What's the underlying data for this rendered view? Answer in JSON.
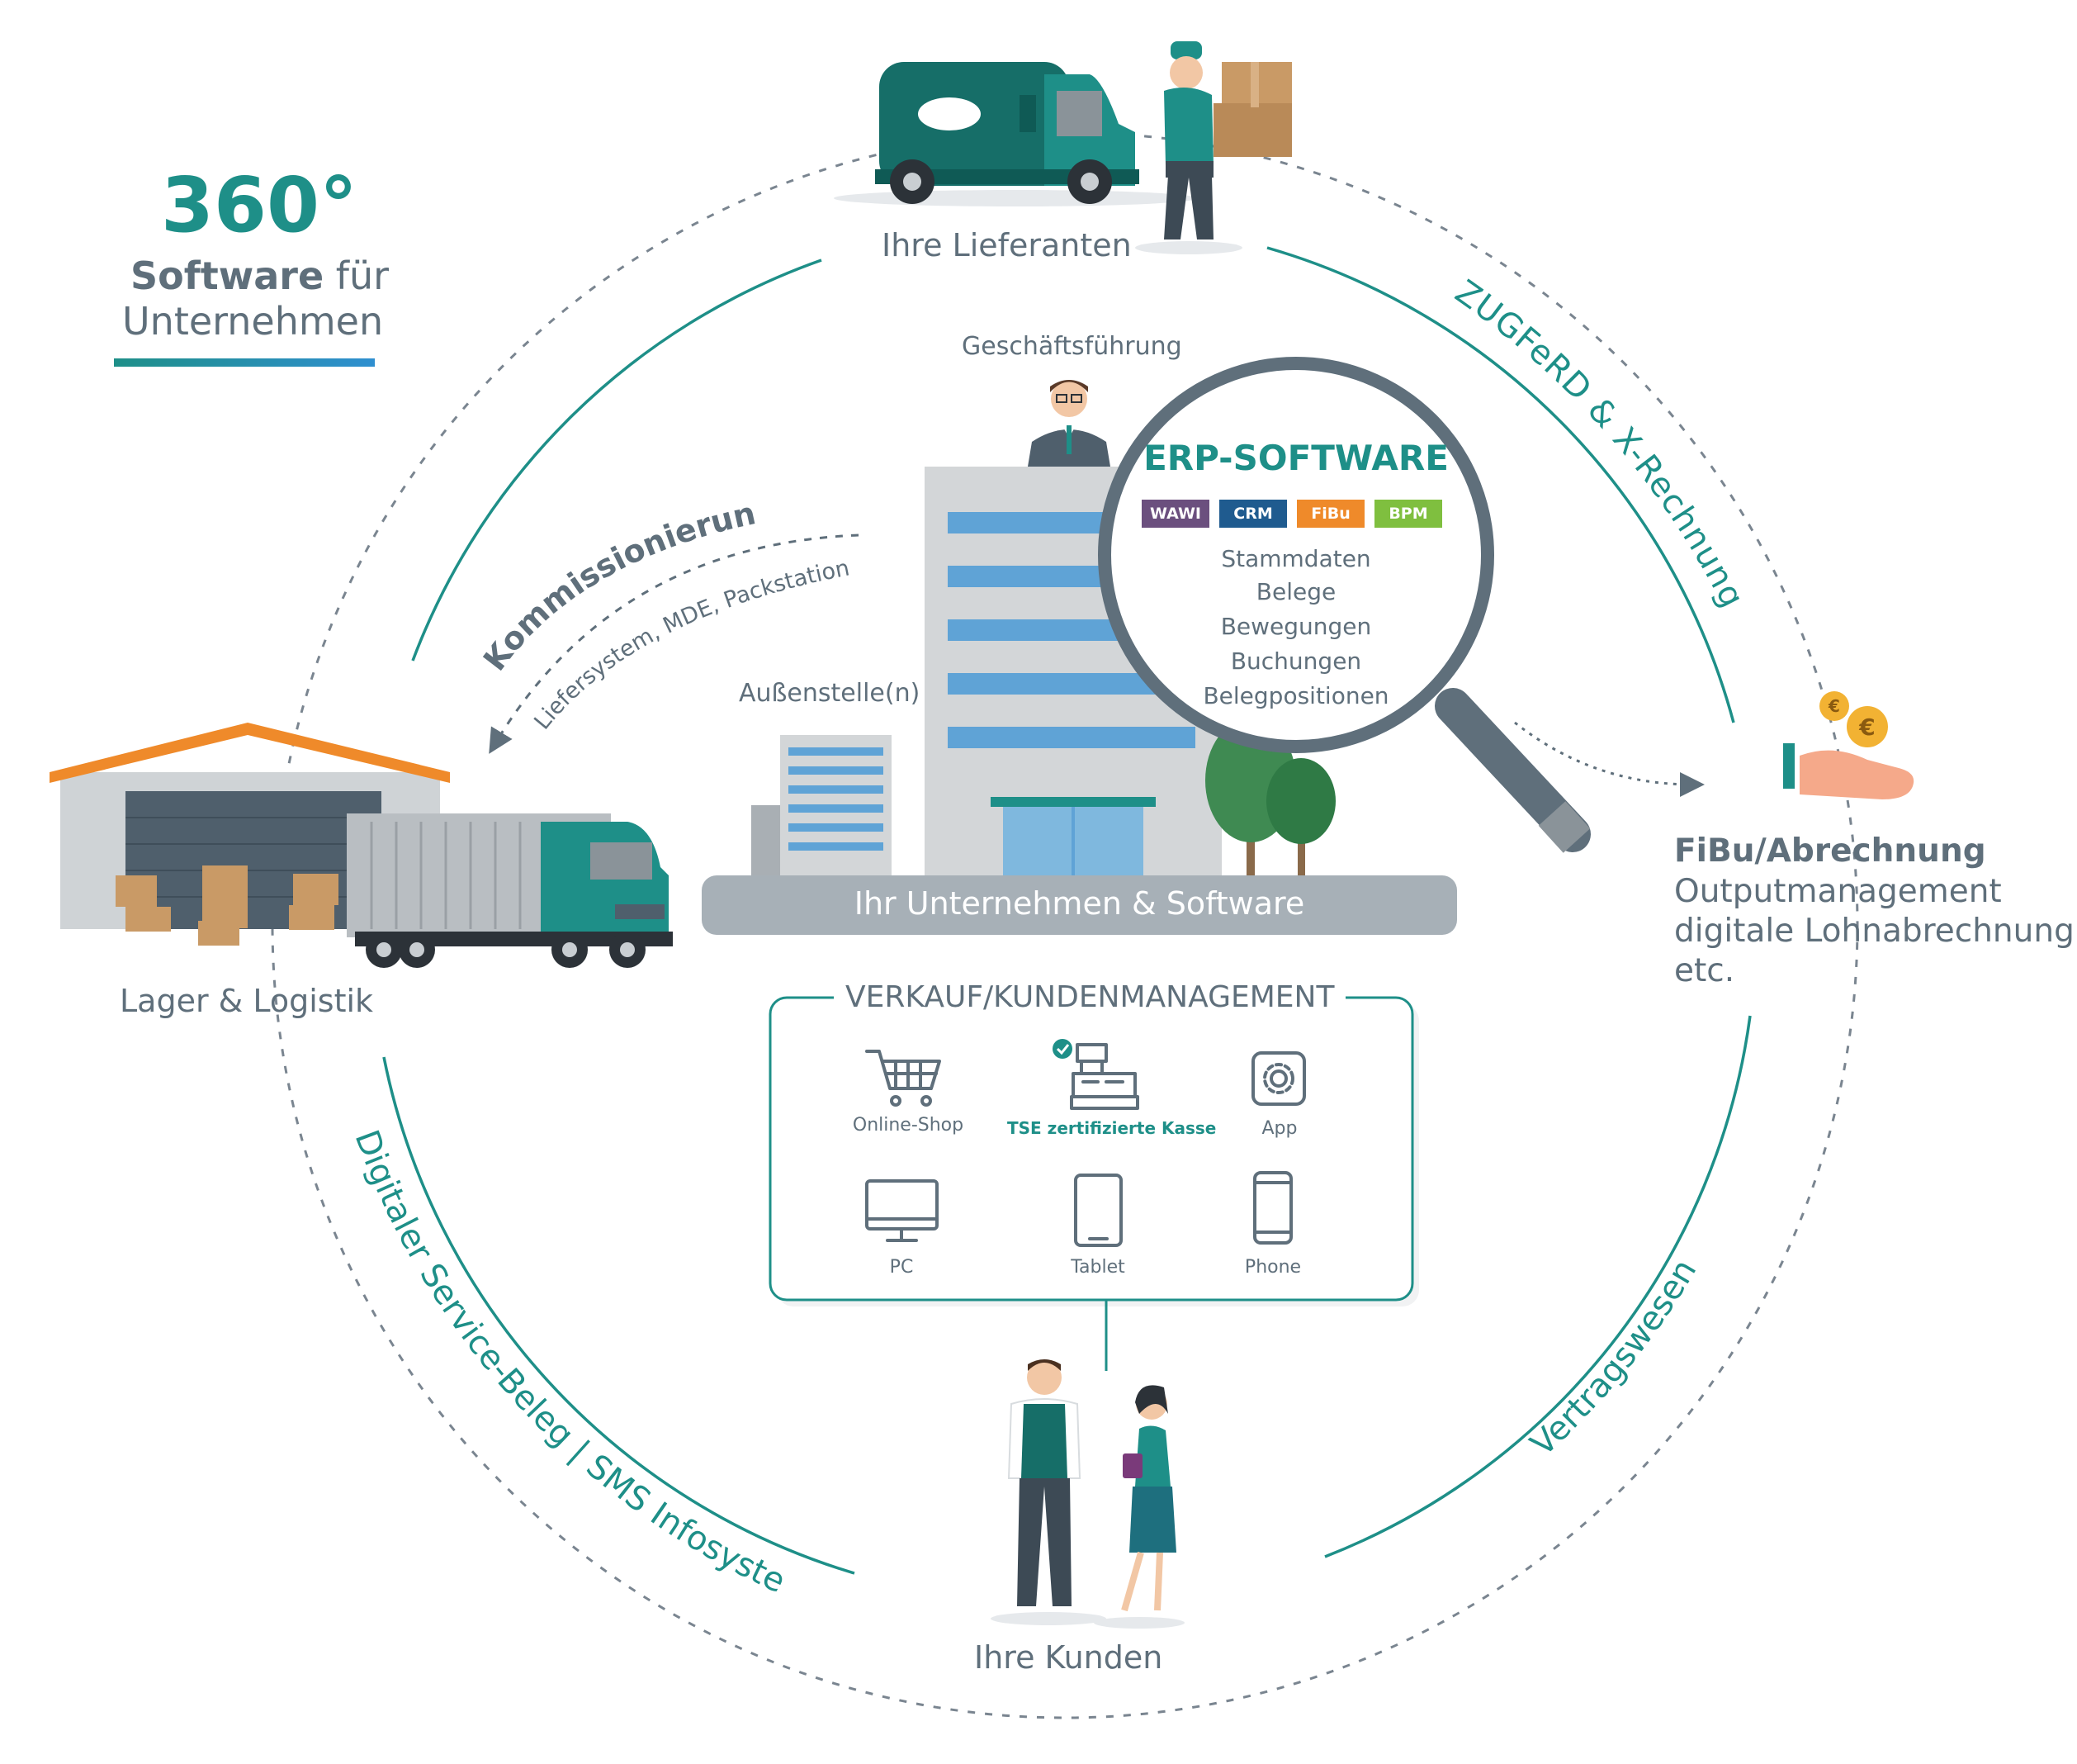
{
  "header": {
    "big": "360°",
    "line1_bold": "Software",
    "line1_rest": " für",
    "line2": "Unternehmen"
  },
  "nodes": {
    "suppliers": "Ihre Lieferanten",
    "warehouse": "Lager & Logistik",
    "customers": "Ihre Kunden",
    "management": "Geschäftsführung",
    "branch": "Außenstelle(n)",
    "company": "Ihr Unternehmen & Software",
    "finance": {
      "title": "FiBu/Abrechnung",
      "lines": [
        "Outputmanagement",
        "digitale Lohnabrechnung",
        "etc."
      ]
    }
  },
  "erp": {
    "title": "ERP-SOFTWARE",
    "modules": [
      {
        "label": "WAWI",
        "color": "#6b4f7e"
      },
      {
        "label": "CRM",
        "color": "#1f5b8f"
      },
      {
        "label": "FiBu",
        "color": "#ef8a2a"
      },
      {
        "label": "BPM",
        "color": "#7fbf3f"
      }
    ],
    "items": [
      "Stammdaten",
      "Belege",
      "Bewegungen",
      "Buchungen",
      "Belegpositionen"
    ]
  },
  "arcs": {
    "top_right": "ZUGFeRD & X-Rechnung",
    "commission_title": "Kommissionierung",
    "commission_sub": "Liefersystem, MDE, Packstation",
    "bottom_left": "Digitaler Service-Beleg | SMS Infosystem",
    "bottom_right": "Vertragswesen"
  },
  "sales": {
    "title": "VERKAUF/KUNDENMANAGEMENT",
    "channels": [
      {
        "label": "Online-Shop",
        "icon": "cart-icon"
      },
      {
        "label": "TSE zertifizierte Kasse",
        "icon": "cash-register-icon"
      },
      {
        "label": "App",
        "icon": "gear-icon"
      },
      {
        "label": "PC",
        "icon": "monitor-icon"
      },
      {
        "label": "Tablet",
        "icon": "tablet-icon"
      },
      {
        "label": "Phone",
        "icon": "phone-icon"
      }
    ]
  },
  "colors": {
    "teal": "#1e8f88",
    "slate": "#5f6f7b",
    "dashed": "#7a8590",
    "gradient_start": "#1e8f88",
    "gradient_end": "#2f8fd0"
  }
}
